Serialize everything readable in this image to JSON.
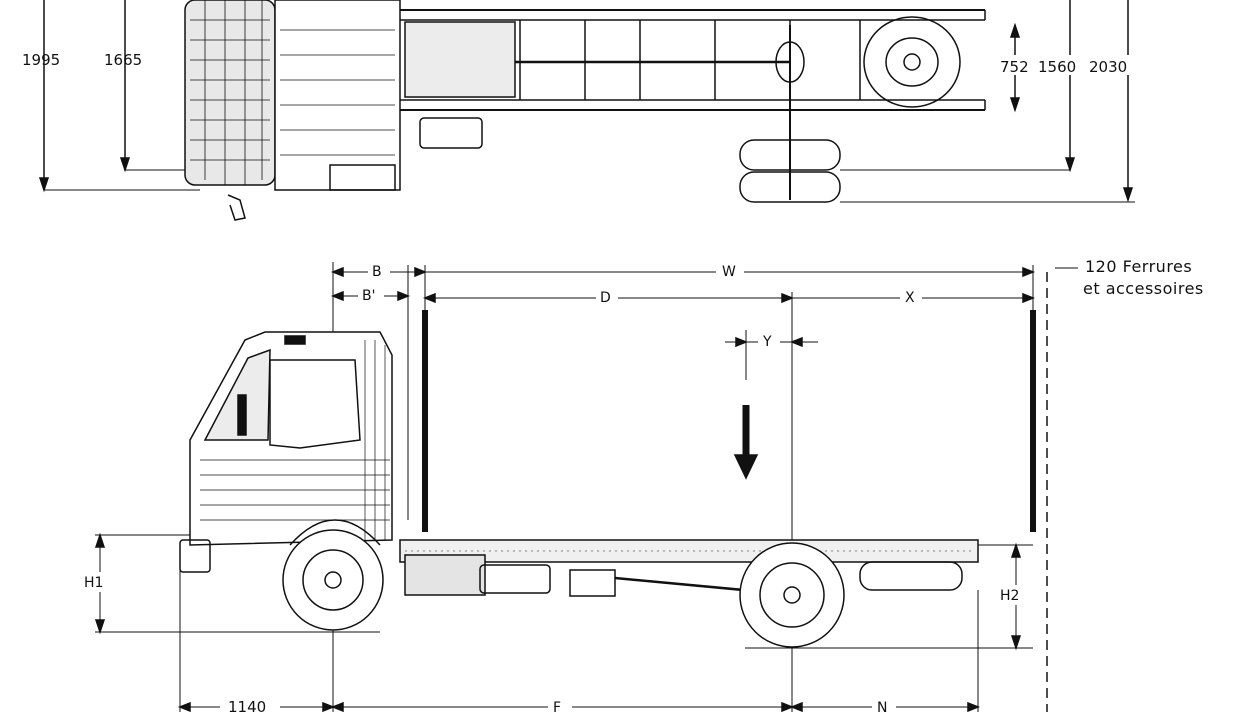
{
  "top_view": {
    "dims": {
      "d1995": "1995",
      "d1665": "1665",
      "d752": "752",
      "d1560": "1560",
      "d2030": "2030"
    }
  },
  "side_view": {
    "labels": {
      "B": "B",
      "Bprime": "B'",
      "W": "W",
      "D": "D",
      "X": "X",
      "Y": "Y",
      "H1": "H1",
      "H2": "H2",
      "F": "F",
      "N": "N",
      "d1140": "1140"
    },
    "note": {
      "line1": "120 Ferrures",
      "line2": "et accessoires"
    }
  },
  "colors": {
    "ink": "#111111",
    "paper": "#ffffff"
  }
}
